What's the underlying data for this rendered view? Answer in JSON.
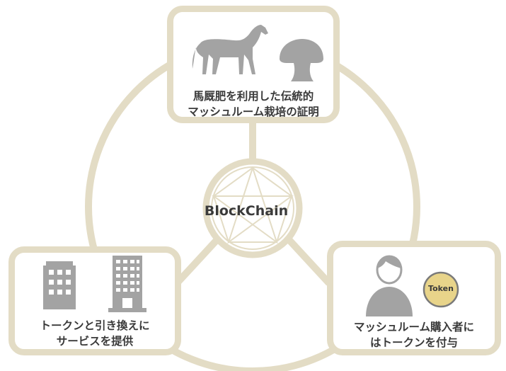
{
  "center": {
    "label": "BlockChain"
  },
  "nodes": {
    "top": {
      "line1": "馬厩肥を利用した伝統的",
      "line2": "マッシュルーム栽培の証明",
      "icons": [
        "horse-icon",
        "mushroom-icon"
      ]
    },
    "left": {
      "line1": "トークンと引き換えに",
      "line2": "サービスを提供",
      "icons": [
        "building-icon",
        "office-building-icon"
      ]
    },
    "right": {
      "line1": "マッシュルーム購入者に",
      "line2": "はトークンを付与",
      "icons": [
        "person-icon",
        "token-coin-icon"
      ],
      "token_label": "Token"
    }
  },
  "colors": {
    "ring": "#e3dcc5",
    "icon": "#a3a3a3",
    "text": "#3a3a3a",
    "token_fill": "#e8d48a"
  }
}
